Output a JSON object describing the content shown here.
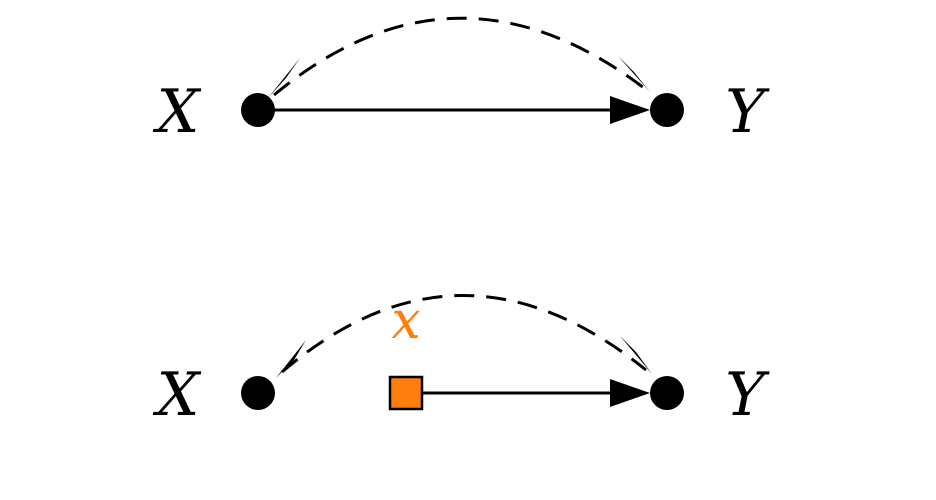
{
  "colors": {
    "node": "#000000",
    "edge": "#000000",
    "intervention_fill": "#ff7f0e",
    "intervention_stroke": "#000000",
    "intervention_label": "#ff7f0e",
    "background": "#ffffff"
  },
  "top_graph": {
    "node_x_label": "X",
    "node_y_label": "Y",
    "edges": [
      {
        "from": "X",
        "to": "Y",
        "style": "solid-directed"
      },
      {
        "from": "X",
        "to": "Y",
        "style": "dashed-bidirected"
      }
    ]
  },
  "bottom_graph": {
    "node_x_label": "X",
    "node_y_label": "Y",
    "intervention_label": "x",
    "edges": [
      {
        "from": "x",
        "to": "Y",
        "style": "solid-directed"
      },
      {
        "from": "X",
        "to": "Y",
        "style": "dashed-bidirected"
      }
    ]
  }
}
